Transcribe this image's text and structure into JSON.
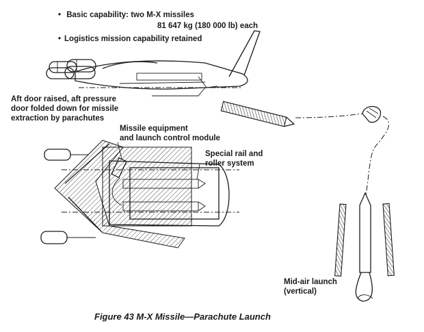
{
  "notes": {
    "basic_capability_label": "Basic capability:",
    "basic_capability_line1": "two M-X missiles",
    "basic_capability_line2": "81 647 kg (180 000 lb) each",
    "logistics": "Logistics mission capability retained"
  },
  "callouts": {
    "aft_door_line1": "Aft door raised, aft pressure",
    "aft_door_line2": "door folded down for missile",
    "aft_door_line3": "extraction by parachutes",
    "equipment_line1": "Missile equipment",
    "equipment_line2": "and launch control module",
    "rail_line1": "Special rail and",
    "rail_line2": "roller system",
    "midair_line1": "Mid-air launch",
    "midair_line2": "(vertical)"
  },
  "caption": "Figure 43  M-X Missile—Parachute Launch"
}
